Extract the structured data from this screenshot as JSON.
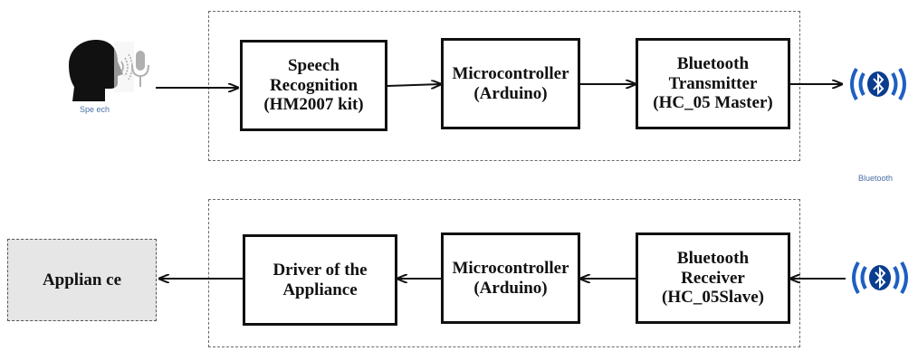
{
  "top_row": {
    "speech_label": "Spe ech",
    "speech_recognition": "Speech\nRecognition\n(HM2007 kit)",
    "microcontroller": "Microcontroller\n(Arduino)",
    "bluetooth_transmitter": "Bluetooth\nTransmitter\n(HC_05 Master)"
  },
  "bluetooth_label": "Bluetooth",
  "bottom_row": {
    "appliance": "Applian ce",
    "driver": "Driver of the\nAppliance",
    "microcontroller": "Microcontroller\n(Arduino)",
    "bluetooth_receiver": "Bluetooth\nReceiver\n(HC_05Slave)"
  },
  "colors": {
    "bluetooth_blue": "#1e5fc2",
    "bluetooth_badge": "#0a3d8f",
    "appliance_fill": "#e6e6e6"
  }
}
